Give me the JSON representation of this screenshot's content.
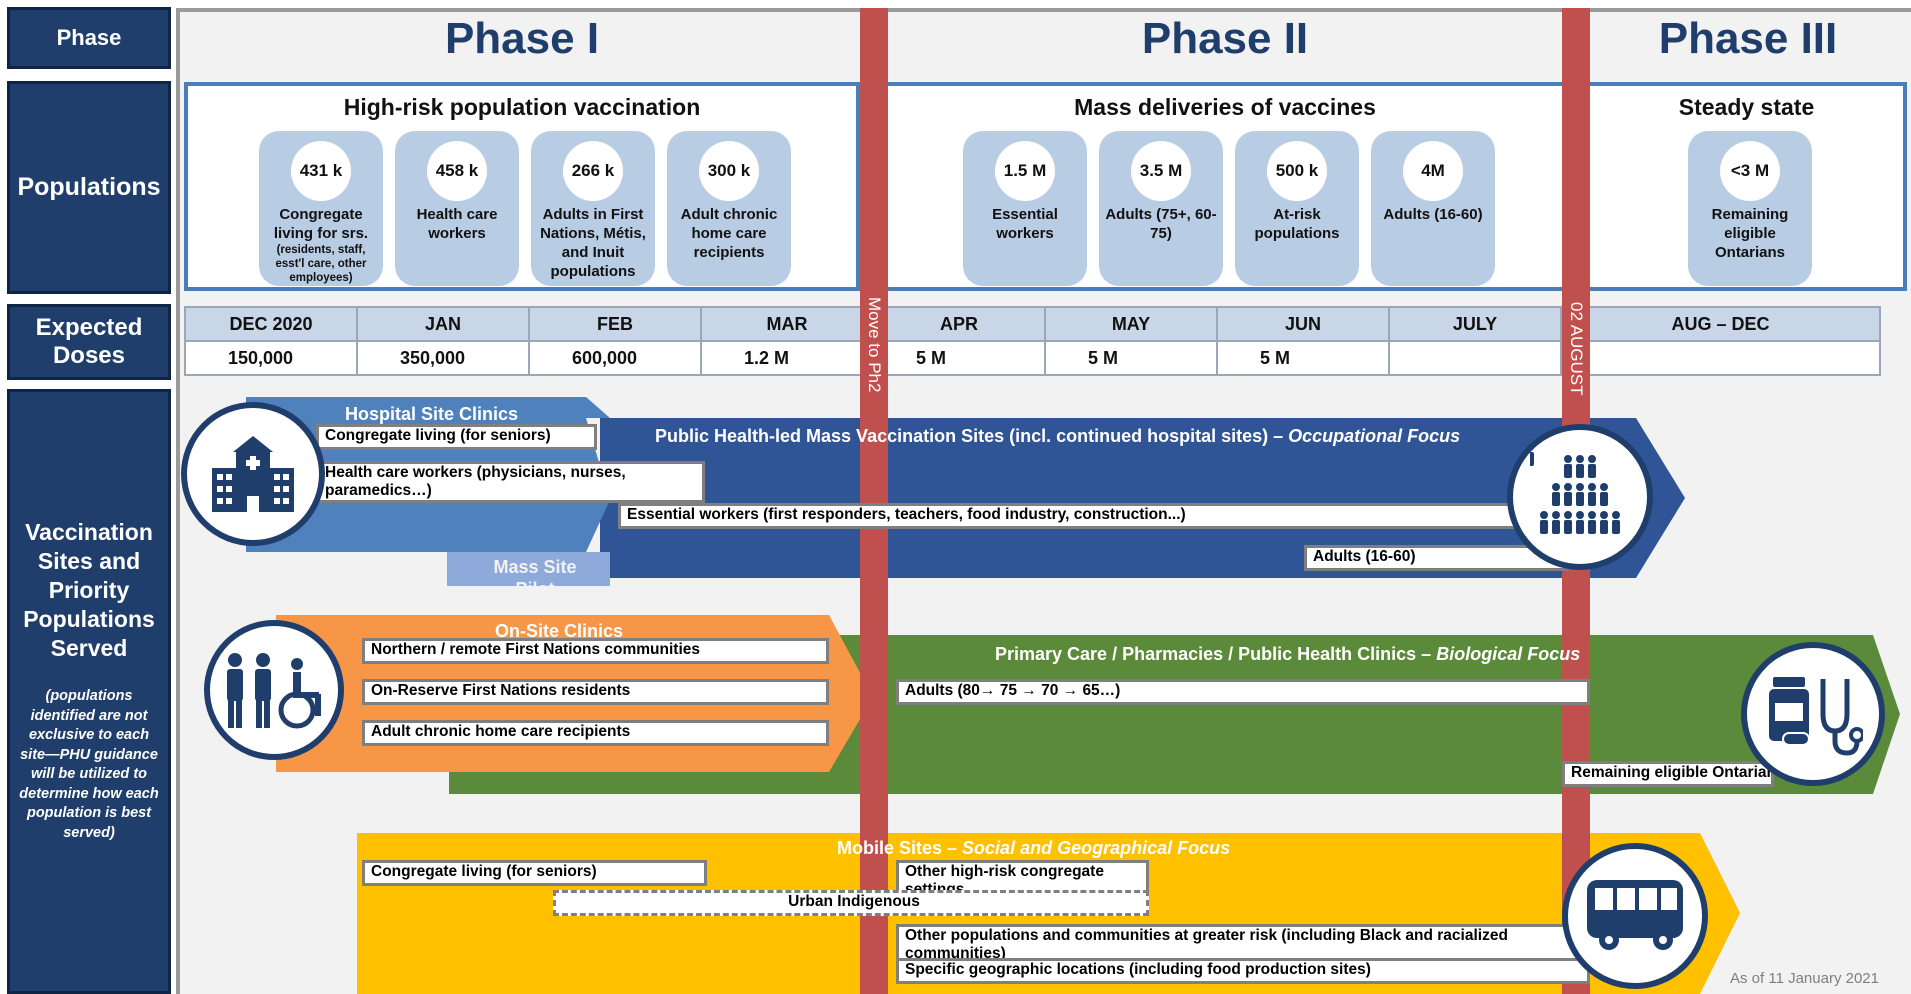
{
  "left_labels": {
    "phase": "Phase",
    "populations": "Populations",
    "expected_doses": "Expected Doses",
    "vaccination_sites": "Vaccination Sites and Priority Populations Served",
    "vaccination_note": "(populations identified are not exclusive to each site—PHU guidance will be utilized to determine how each population is best served)"
  },
  "phases": {
    "p1": "Phase I",
    "p2": "Phase II",
    "p3": "Phase III"
  },
  "red_bars": {
    "move": "Move to Ph2",
    "aug": "02 AUGUST"
  },
  "populations": {
    "p1_head": "High-risk population vaccination",
    "p2_head": "Mass deliveries of vaccines",
    "p3_head": "Steady state",
    "cards": [
      {
        "num": "431 k",
        "label": "Congregate living for srs.",
        "sub": "(residents, staff, esst'l care, other employees)"
      },
      {
        "num": "458 k",
        "label": "Health care workers",
        "sub": ""
      },
      {
        "num": "266 k",
        "label": "Adults in First Nations, Métis, and Inuit populations",
        "sub": ""
      },
      {
        "num": "300 k",
        "label": "Adult chronic home care recipients",
        "sub": ""
      },
      {
        "num": "1.5 M",
        "label": "Essential workers",
        "sub": ""
      },
      {
        "num": "3.5 M",
        "label": "Adults (75+, 60-75)",
        "sub": ""
      },
      {
        "num": "500 k",
        "label": "At-risk populations",
        "sub": ""
      },
      {
        "num": "4M",
        "label": "Adults (16-60)",
        "sub": ""
      },
      {
        "num": "<3 M",
        "label": "Remaining eligible Ontarians",
        "sub": ""
      }
    ]
  },
  "doses": {
    "months": [
      "DEC 2020",
      "JAN",
      "FEB",
      "MAR",
      "APR",
      "MAY",
      "JUN",
      "JULY",
      "AUG – DEC"
    ],
    "values": [
      "150,000",
      "350,000",
      "600,000",
      "1.2 M",
      "5 M",
      "5 M",
      "5 M",
      "",
      ""
    ]
  },
  "sites": {
    "hospital_title": "Hospital Site Clinics",
    "public_health_title": "Public Health-led Mass Vaccination Sites (incl. continued hospital sites) – ",
    "public_health_focus": "Occupational Focus",
    "mass_pilot": "Mass Site Pilot",
    "onsite_title": "On-Site Clinics",
    "primary_title": "Primary Care / Pharmacies / Public Health Clinics – ",
    "primary_focus": "Biological Focus",
    "mobile_title": "Mobile Sites – ",
    "mobile_focus": "Social and Geographical Focus",
    "items": {
      "h1": "Congregate living (for seniors)",
      "h2": "Health care workers (physicians, nurses, paramedics…)",
      "h3": "Essential workers (first responders, teachers, food industry, construction...)",
      "h4": "Adults (16-60)",
      "o1": "Northern / remote First Nations communities",
      "o2": "On-Reserve First Nations residents",
      "o3": "Adult chronic home care recipients",
      "o4": "Adults (80→ 75 → 70 → 65…)",
      "o5": "Remaining eligible Ontarians",
      "m1": "Congregate living (for seniors)",
      "m2": "Other high-risk congregate settings",
      "m3": "Urban Indigenous",
      "m4": "Other populations and communities at greater risk (including Black and racialized communities)",
      "m5": "Specific geographic locations (including food production sites)"
    }
  },
  "footer_note": "As of 11 January 2021",
  "colors": {
    "navy": "#1f3e6b",
    "blue": "#2f5597",
    "lightblue": "#4f81bd",
    "orange": "#f79646",
    "green": "#5b8a3a",
    "yellow": "#ffc000",
    "red": "#c0504d"
  }
}
